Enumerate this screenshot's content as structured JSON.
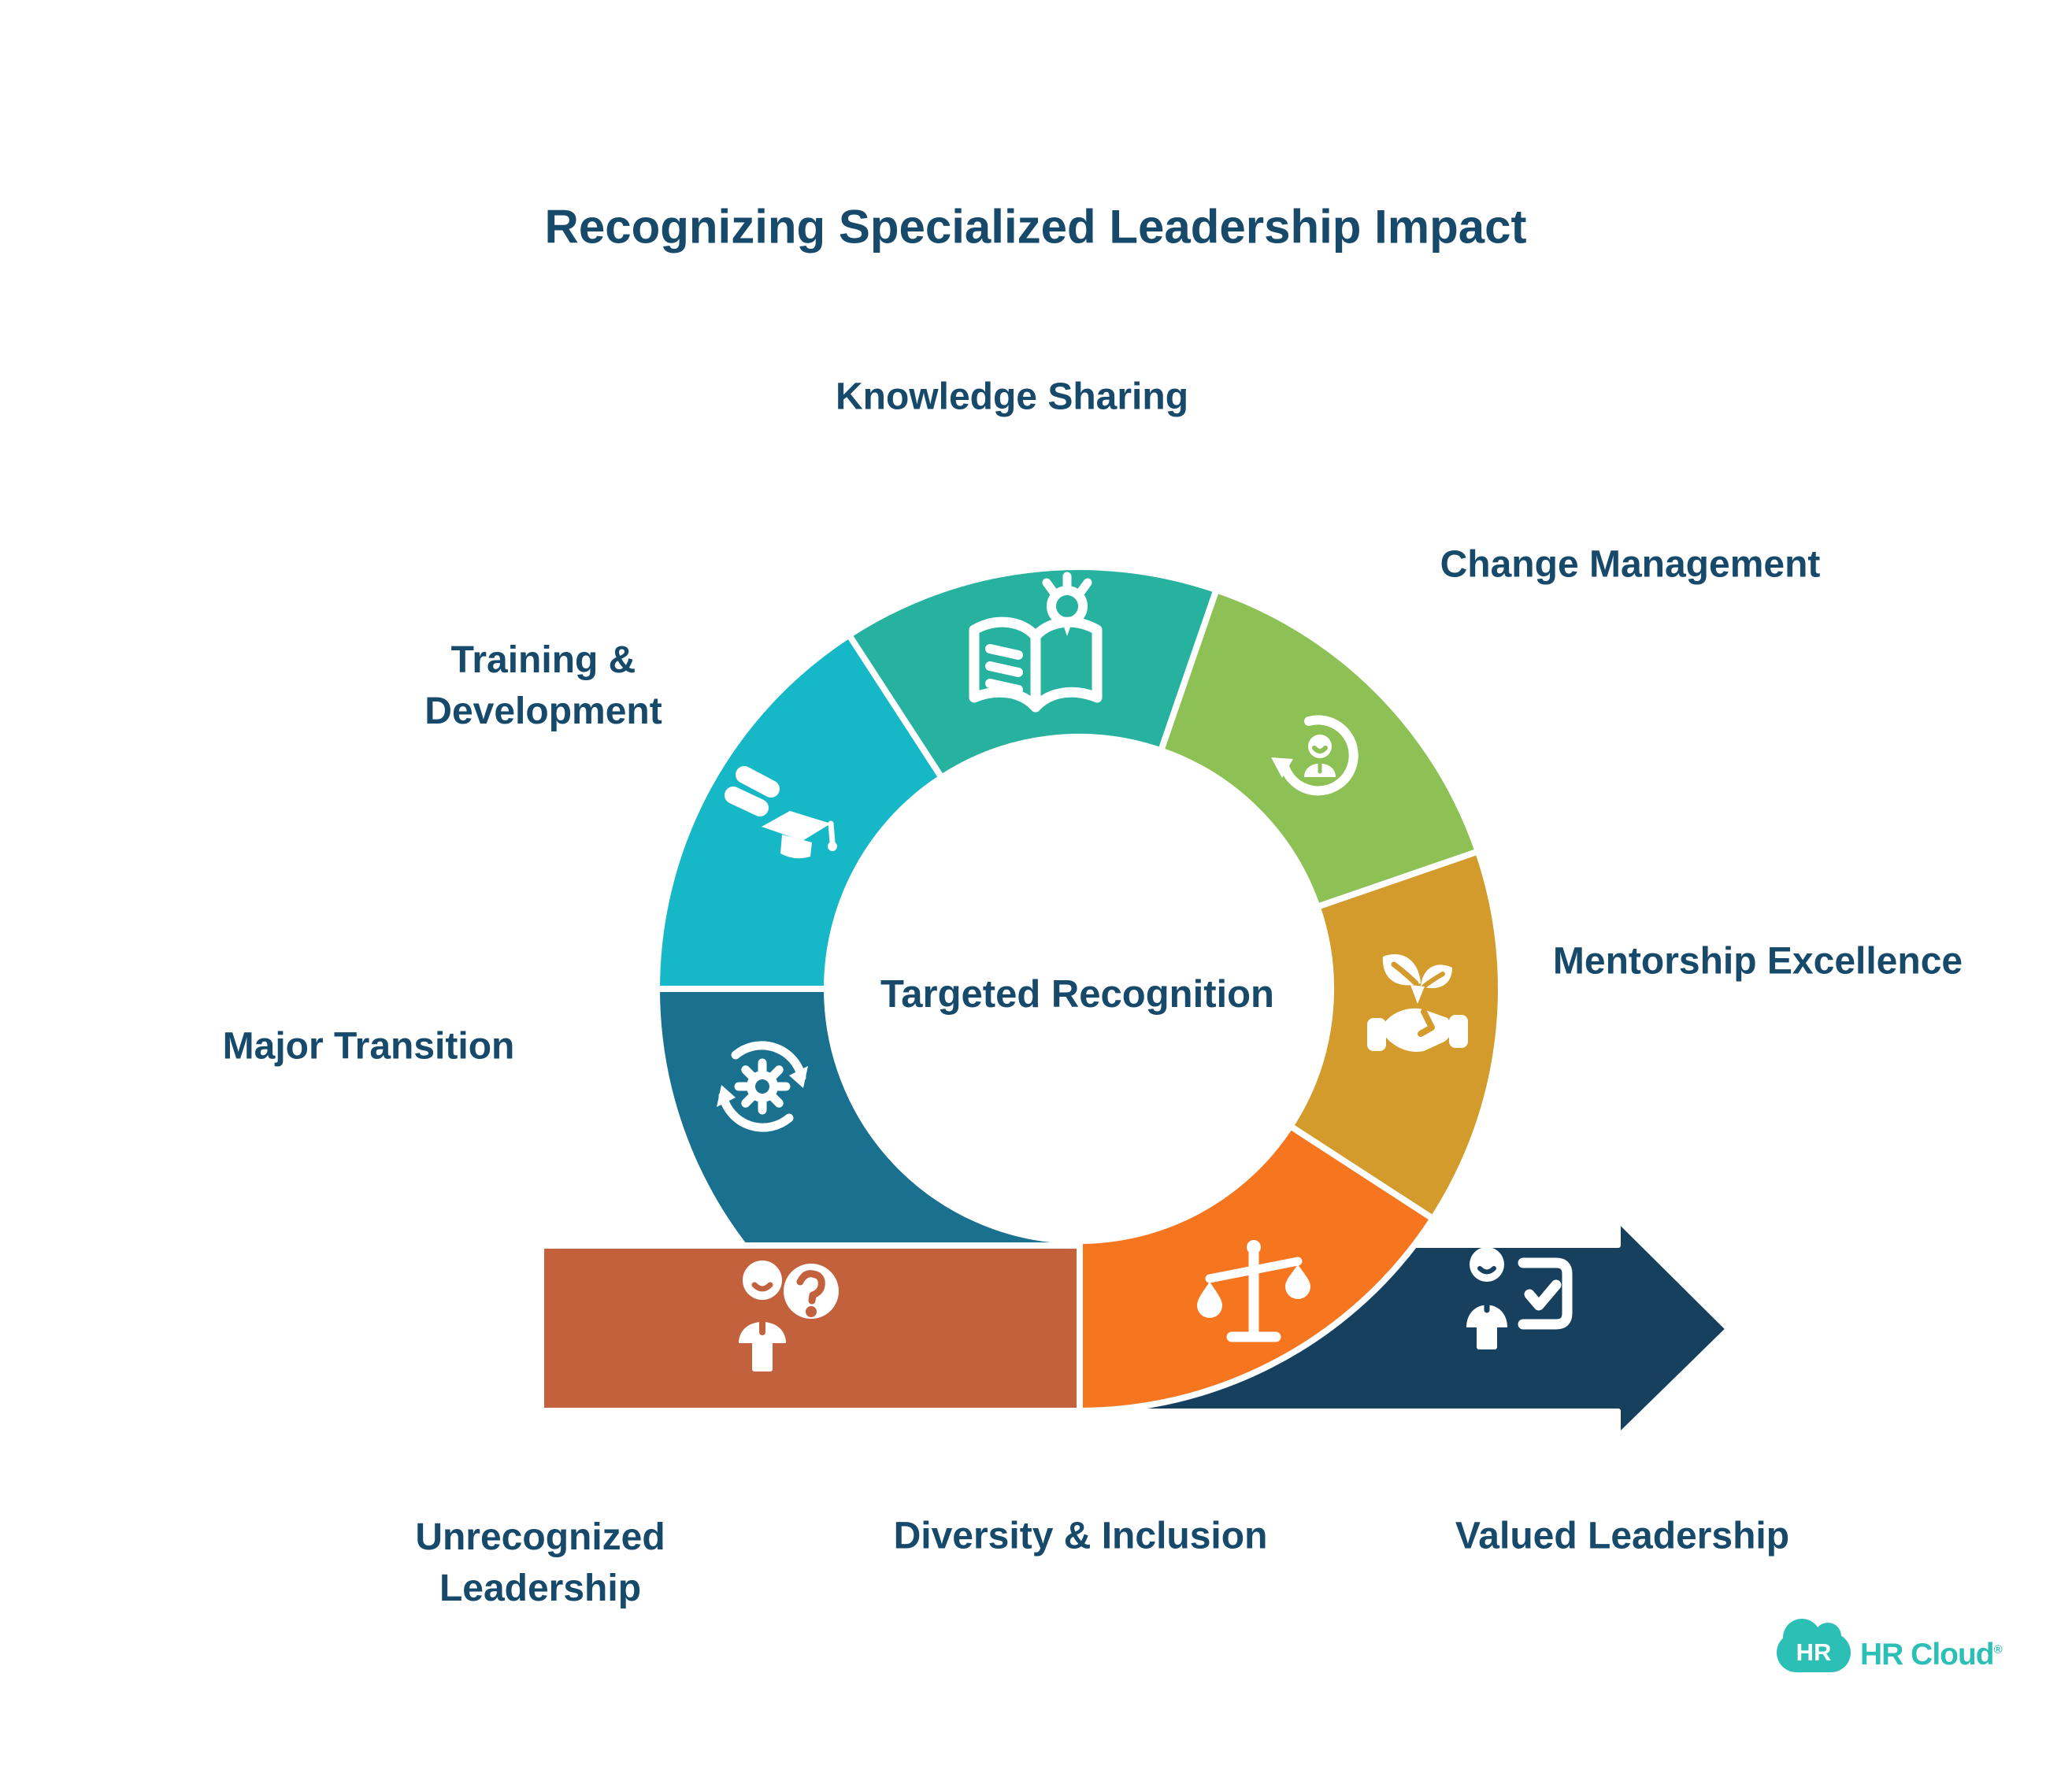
{
  "title": "Recognizing Specialized Leadership Impact",
  "center_label": "Targeted Recognition",
  "text_color": "#17496B",
  "arrow_color": "#17405F",
  "segments": [
    {
      "id": "knowledge-sharing",
      "label": "Knowledge Sharing",
      "color": "#27B29F",
      "icon": "book-lightbulb-icon"
    },
    {
      "id": "change-management",
      "label": "Change Management",
      "color": "#8DC155",
      "icon": "person-refresh-icon"
    },
    {
      "id": "mentorship-excellence",
      "label": "Mentorship Excellence",
      "color": "#D39B2B",
      "icon": "sprout-handshake-icon"
    },
    {
      "id": "diversity-inclusion",
      "label": "Diversity & Inclusion",
      "color": "#F5761F",
      "icon": "balance-scales-icon"
    },
    {
      "id": "unrecognized-leadership",
      "label": "Unrecognized Leadership",
      "label_lines": [
        "Unrecognized",
        "Leadership"
      ],
      "color": "#C2613C",
      "icon": "person-question-icon"
    },
    {
      "id": "major-transition",
      "label": "Major Transition",
      "color": "#19708F",
      "icon": "gear-cycle-icon"
    },
    {
      "id": "training-development",
      "label": "Training & Development",
      "label_lines": [
        "Training &",
        "Development"
      ],
      "color": "#16B7C6",
      "icon": "graduation-cap-icon"
    },
    {
      "id": "valued-leadership",
      "label": "Valued Leadership",
      "color": "#17405F",
      "icon": "person-checklist-icon"
    }
  ],
  "logo": {
    "badge": "HR",
    "name": "HR Cloud",
    "reg": "®",
    "color": "#2BBFB5"
  }
}
